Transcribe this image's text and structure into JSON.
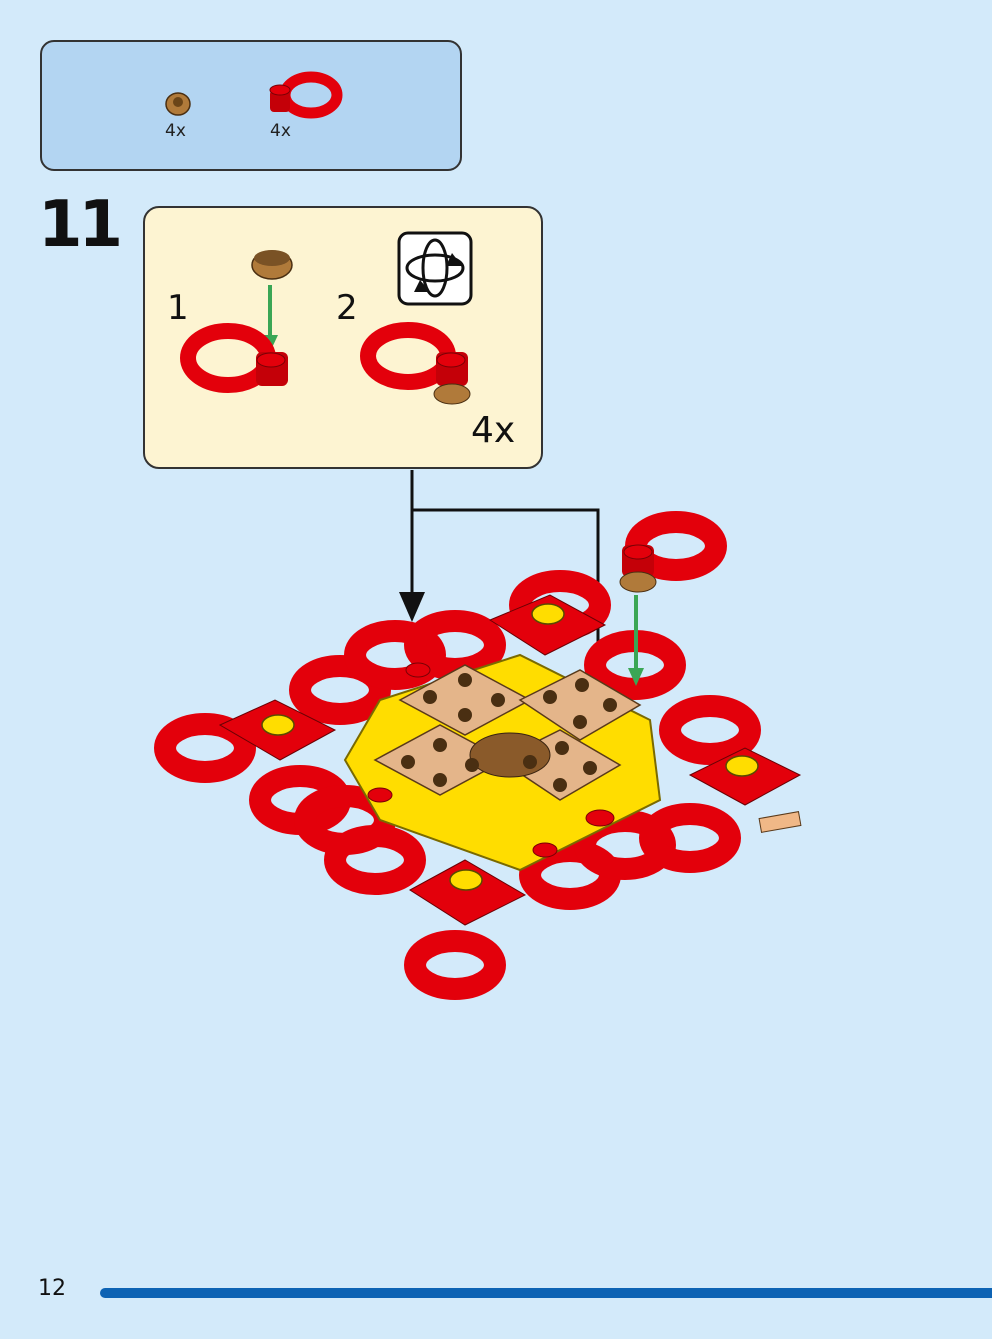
{
  "parts_list": {
    "items": [
      {
        "part": "tan-round-plate-icon",
        "qty": "4x"
      },
      {
        "part": "red-ring-clip-icon",
        "qty": "4x"
      }
    ]
  },
  "step": {
    "number": "11",
    "sub_steps": [
      "1",
      "2"
    ],
    "multiplier": "4x",
    "rotate_icon": "rotate-model-icon"
  },
  "page": {
    "number": "12"
  },
  "colors": {
    "background": "#d3eafa",
    "parts_box": "#b3d5f2",
    "sub_box": "#fdf4d2",
    "brick_red": "#e3000b",
    "brick_yellow": "#ffdd00",
    "brick_tan": "#e4b58a",
    "guide_arrow_green": "#3aa655",
    "page_bar": "#0d63b4"
  }
}
